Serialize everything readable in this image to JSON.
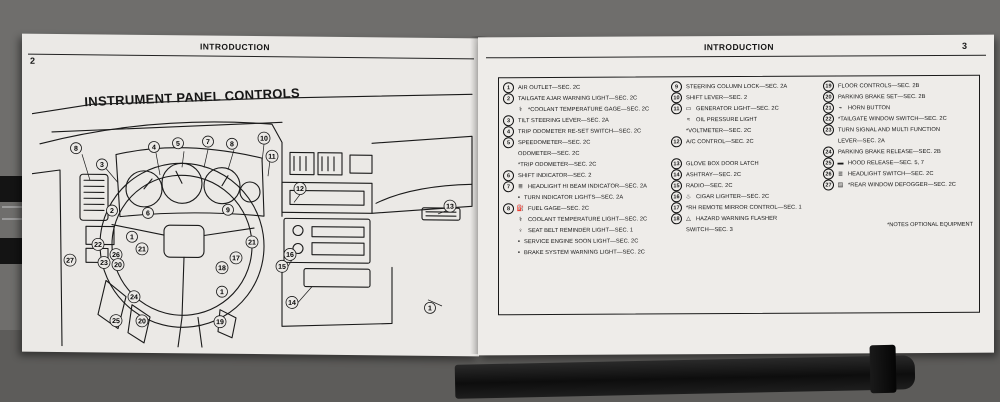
{
  "left_page": {
    "running_head": "INTRODUCTION",
    "page_number": "2",
    "diagram_title": "INSTRUMENT PANEL CONTROLS",
    "callouts": [
      "1",
      "2",
      "3",
      "4",
      "5",
      "6",
      "7",
      "8",
      "9",
      "10",
      "11",
      "12",
      "13",
      "14",
      "15",
      "16",
      "17",
      "18",
      "19",
      "20",
      "21",
      "22",
      "23",
      "24",
      "25",
      "26",
      "27"
    ]
  },
  "right_page": {
    "running_head": "INTRODUCTION",
    "page_number": "3",
    "footnote": "*NOTES OPTIONAL EQUIPMENT",
    "column1": [
      {
        "num": "1",
        "text": "AIR OUTLET—SEC. 2C"
      },
      {
        "num": "2",
        "text": "TAILGATE AJAR WARNING LIGHT—SEC. 2C"
      },
      {
        "num": "",
        "icon": "thermometer-icon",
        "text": "*COOLANT TEMPERATURE GAGE—SEC. 2C"
      },
      {
        "num": "3",
        "text": "TILT STEERING LEVER—SEC. 2A"
      },
      {
        "num": "4",
        "text": "TRIP ODOMETER RE-SET SWITCH—SEC. 2C"
      },
      {
        "num": "5",
        "text": "SPEEDOMETER—SEC. 2C"
      },
      {
        "num": "",
        "text": "ODOMETER—SEC. 2C"
      },
      {
        "num": "",
        "text": "*TRIP ODOMETER—SEC. 2C"
      },
      {
        "num": "6",
        "text": "SHIFT INDICATOR—SEC. 2"
      },
      {
        "num": "7",
        "icon": "headlight-icon",
        "text": "HEADLIGHT HI BEAM INDICATOR—SEC. 2A"
      },
      {
        "num": "",
        "bullet": true,
        "text": "TURN INDICATOR LIGHTS—SEC. 2A"
      },
      {
        "num": "8",
        "icon": "fuel-pump-icon",
        "text": "FUEL GAGE—SEC. 2C"
      },
      {
        "num": "",
        "icon": "thermometer-icon",
        "text": "COOLANT TEMPERATURE LIGHT—SEC. 2C"
      },
      {
        "num": "",
        "icon": "seatbelt-icon",
        "text": "SEAT BELT REMINDER LIGHT—SEC. 1"
      },
      {
        "num": "",
        "bullet": true,
        "text": "SERVICE ENGINE SOON LIGHT—SEC. 2C"
      },
      {
        "num": "",
        "bullet": true,
        "text": "BRAKE SYSTEM WARNING LIGHT—SEC. 2C"
      }
    ],
    "column2": [
      {
        "num": "9",
        "text": "STEERING COLUMN LOCK—SEC. 2A"
      },
      {
        "num": "10",
        "text": "SHIFT LEVER—SEC. 2"
      },
      {
        "num": "11",
        "icon": "battery-icon",
        "text": "GENERATOR LIGHT—SEC. 2C"
      },
      {
        "num": "",
        "icon": "oil-can-icon",
        "text": "OIL PRESSURE LIGHT"
      },
      {
        "num": "",
        "text": "*VOLTMETER—SEC. 2C"
      },
      {
        "num": "12",
        "text": "A/C CONTROL—SEC. 2C"
      },
      {
        "num": "",
        "text": ""
      },
      {
        "num": "13",
        "text": "GLOVE BOX DOOR LATCH"
      },
      {
        "num": "14",
        "text": "ASHTRAY—SEC. 2C"
      },
      {
        "num": "15",
        "text": "RADIO—SEC. 2C"
      },
      {
        "num": "16",
        "icon": "lighter-icon",
        "text": "CIGAR LIGHTER—SEC. 2C"
      },
      {
        "num": "17",
        "text": "*RH REMOTE MIRROR CONTROL—SEC. 1"
      },
      {
        "num": "18",
        "icon": "hazard-triangle-icon",
        "text": "HAZARD WARNING FLASHER"
      },
      {
        "num": "",
        "text": "SWITCH—SEC. 3"
      }
    ],
    "column3": [
      {
        "num": "19",
        "text": "FLOOR CONTROLS—SEC. 2B"
      },
      {
        "num": "20",
        "text": "PARKING BRAKE SET—SEC. 2B"
      },
      {
        "num": "21",
        "icon": "horn-icon",
        "text": "HORN BUTTON"
      },
      {
        "num": "22",
        "text": "*TAILGATE WINDOW SWITCH—SEC. 2C"
      },
      {
        "num": "23",
        "text": "TURN SIGNAL AND MULTI FUNCTION"
      },
      {
        "num": "",
        "text": "LEVER—SEC. 2A"
      },
      {
        "num": "24",
        "text": "PARKING BRAKE RELEASE—SEC. 2B"
      },
      {
        "num": "25",
        "icon": "car-hood-icon",
        "text": "HOOD RELEASE—SEC. 5, 7"
      },
      {
        "num": "26",
        "icon": "headlight-icon",
        "text": "HEADLIGHT SWITCH—SEC. 2C"
      },
      {
        "num": "27",
        "icon": "rear-defogger-icon",
        "text": "*REAR WINDOW DEFOGGER—SEC. 2C"
      }
    ]
  }
}
